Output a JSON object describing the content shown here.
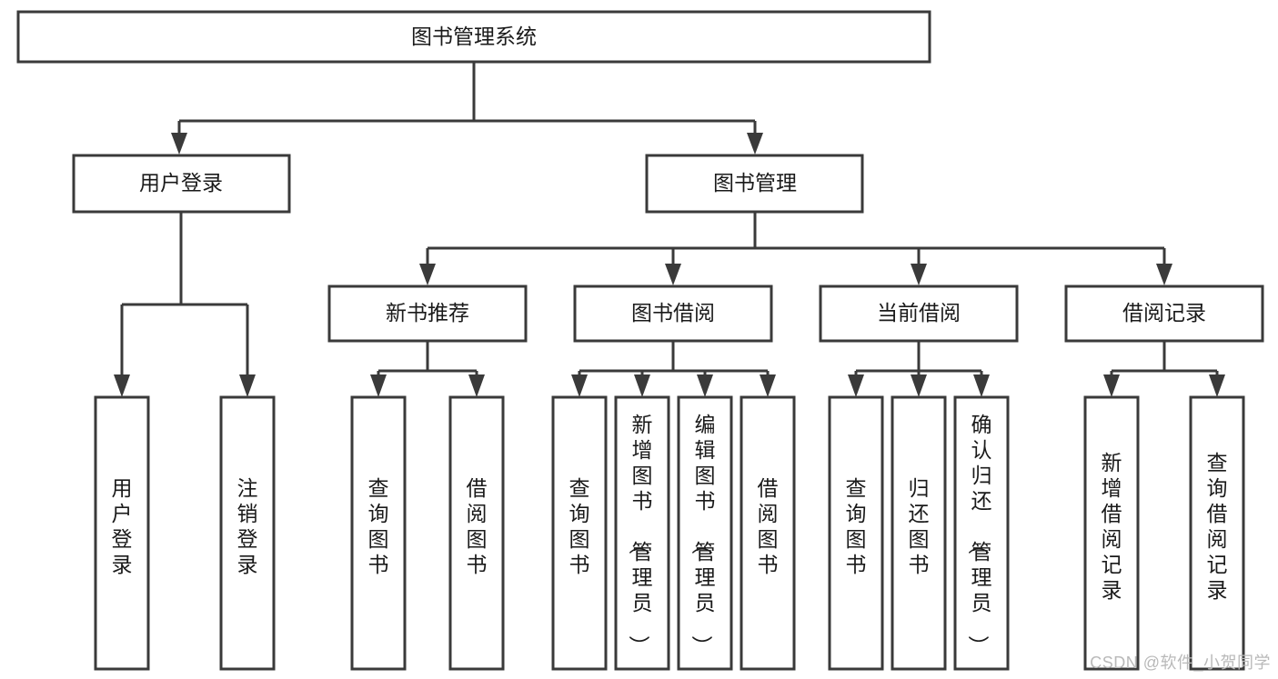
{
  "diagram": {
    "title": "图书管理系统",
    "type": "tree-hierarchy-chart",
    "root": {
      "label": "图书管理系统"
    },
    "level2": [
      {
        "id": "user-login",
        "label": "用户登录"
      },
      {
        "id": "book-management",
        "label": "图书管理"
      }
    ],
    "level3": [
      {
        "id": "new-book-recommend",
        "label": "新书推荐",
        "parent": "book-management"
      },
      {
        "id": "book-borrow",
        "label": "图书借阅",
        "parent": "book-management"
      },
      {
        "id": "current-borrow",
        "label": "当前借阅",
        "parent": "book-management"
      },
      {
        "id": "borrow-record",
        "label": "借阅记录",
        "parent": "book-management"
      }
    ],
    "leaves": {
      "user-login": [
        {
          "id": "leaf-user-login",
          "label": "用户登录"
        },
        {
          "id": "leaf-logout-login",
          "label": "注销登录"
        }
      ],
      "new-book-recommend": [
        {
          "id": "leaf-query-book-1",
          "label": "查询图书"
        },
        {
          "id": "leaf-borrow-book-1",
          "label": "借阅图书"
        }
      ],
      "book-borrow": [
        {
          "id": "leaf-query-book-2",
          "label": "查询图书"
        },
        {
          "id": "leaf-add-book",
          "label": "新增图书（管理员）"
        },
        {
          "id": "leaf-edit-book",
          "label": "编辑图书（管理员）"
        },
        {
          "id": "leaf-borrow-book-2",
          "label": "借阅图书"
        }
      ],
      "current-borrow": [
        {
          "id": "leaf-query-book-3",
          "label": "查询图书"
        },
        {
          "id": "leaf-return-book",
          "label": "归还图书"
        },
        {
          "id": "leaf-confirm-return",
          "label": "确认归还（管理员）"
        }
      ],
      "borrow-record": [
        {
          "id": "leaf-add-record",
          "label": "新增借阅记录"
        },
        {
          "id": "leaf-query-record",
          "label": "查询借阅记录"
        }
      ]
    },
    "colors": {
      "box_border": "#3a3a3a",
      "box_fill": "#ffffff",
      "text": "#1a1a1a",
      "connector": "#3a3a3a",
      "watermark": "#b9b9b9",
      "background": "#ffffff"
    }
  },
  "watermark": {
    "text": "CSDN @软件_小贺同学"
  }
}
